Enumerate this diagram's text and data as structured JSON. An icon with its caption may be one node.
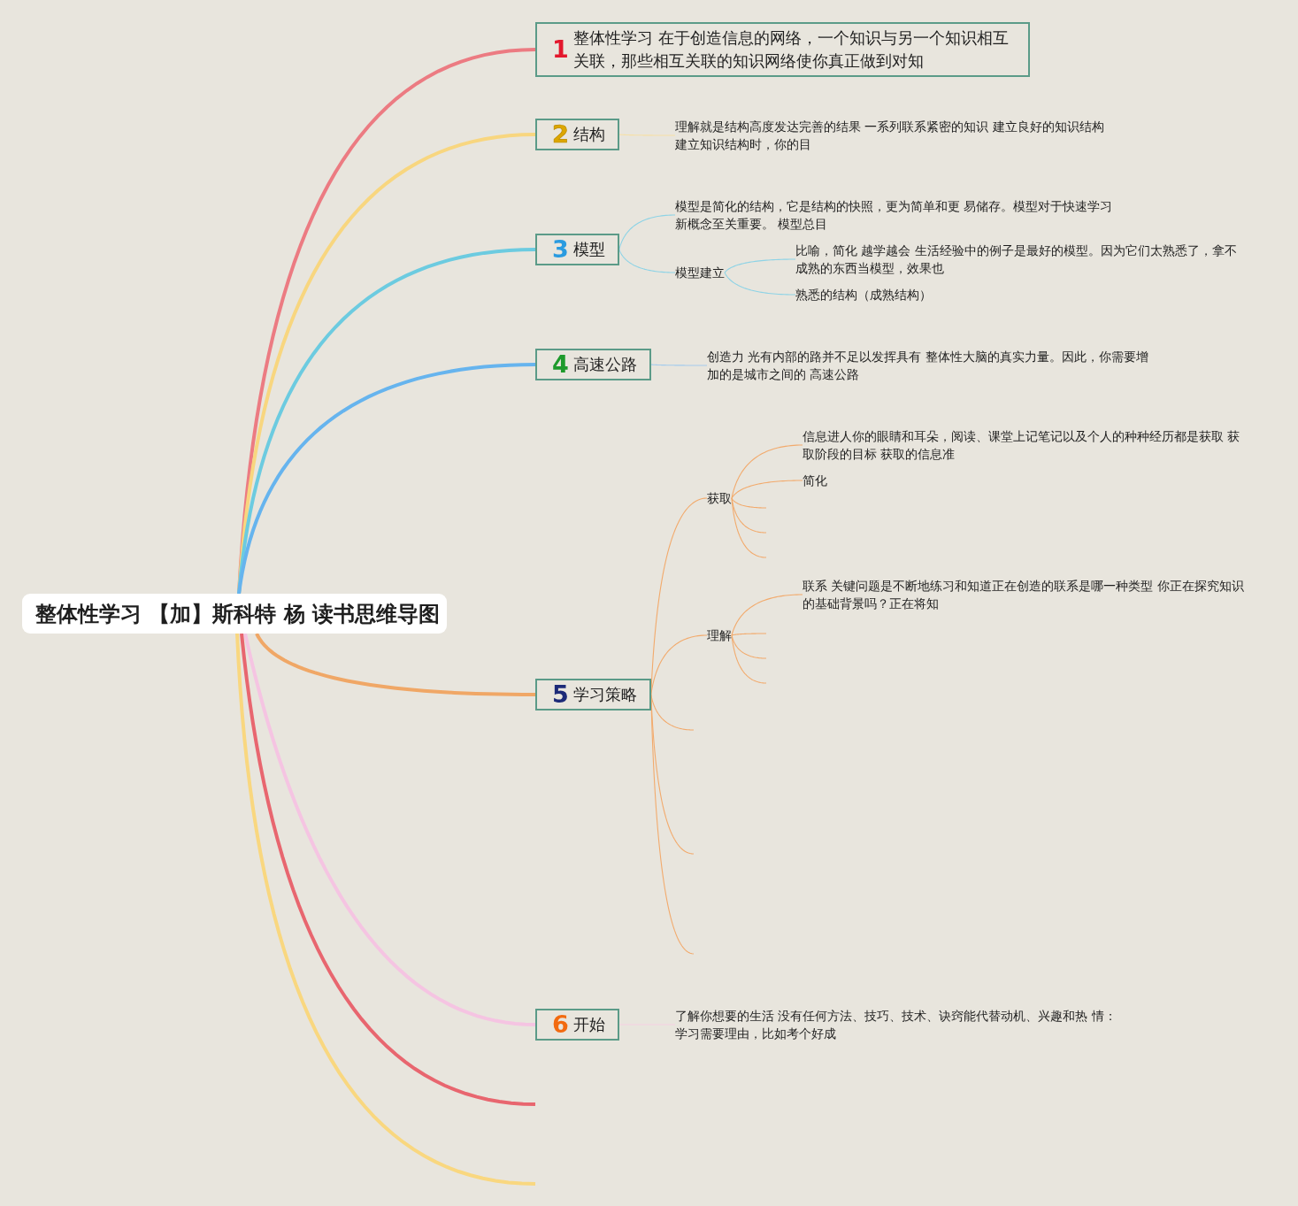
{
  "diagram": {
    "nodes": [
      {
        "text": [
          "整体性学习 【加】斯科特 杨 读书思维导图"
        ]
      },
      {
        "text": [
          "1",
          "整体性学习 在于创造信息的网络，一个知识与另一个知识相互关联，那些相互关联的知识网络使你真正做到对知"
        ]
      },
      {
        "text": [
          "2",
          "结构"
        ]
      },
      {
        "text": [
          "理解就是结构高度发达完善的结果 一系列联系紧密的知识 建立良好的知识结构建立知识结构时，你的目"
        ]
      },
      {
        "text": [
          "3",
          "模型"
        ]
      },
      {
        "text": [
          "模型是简化的结构，它是结构的快照，更为简单和更 易储存。模型对于快速学习新概念至关重要。 模型总目"
        ]
      },
      {
        "text": [
          "模型建立"
        ]
      },
      {
        "text": [
          "比喻，简化 越学越会 生活经验中的例子是最好的模型。因为它们太熟悉了，拿不成熟的东西当模型，效果也"
        ]
      },
      {
        "text": [
          "熟悉的结构（成熟结构）"
        ]
      },
      {
        "text": [
          "4",
          "高速公路"
        ]
      },
      {
        "text": [
          "创造力 光有内部的路并不足以发挥具有 整体性大脑的真实力量。因此，你需要增加的是城市之间的 高速公路"
        ]
      },
      {
        "text": [
          "5",
          "学习策略"
        ]
      },
      {
        "text": [
          "获取"
        ]
      },
      {
        "text": [
          "信息进人你的眼睛和耳朵，阅读、课堂上记笔记以及个人的种种经历都是获取 获取阶段的目标 获取的信息准"
        ]
      },
      {
        "text": [
          "简化"
        ]
      },
      {
        "text": [
          "理解"
        ]
      },
      {
        "text": [
          "联系 关键问题是不断地练习和知道正在创造的联系是哪一种类型 你正在探究知识的基础背景吗？正在将知"
        ]
      },
      {
        "text": [
          "6",
          "开始"
        ]
      },
      {
        "text": [
          "了解你想要的生活 没有任何方法、技巧、技术、诀窍能代替动机、兴趣和热 情：学习需要理由，比如考个好成"
        ]
      }
    ],
    "edges": [
      {
        "from": 0,
        "to": 1,
        "arrow": "none",
        "style": "thick",
        "color": "#ec7b82"
      },
      {
        "from": 0,
        "to": 2,
        "arrow": "none",
        "style": "thick",
        "color": "#f8d67f"
      },
      {
        "from": 2,
        "to": 3,
        "arrow": "none",
        "color": "#f6e0a6"
      },
      {
        "from": 0,
        "to": 4,
        "arrow": "none",
        "style": "thick",
        "color": "#6ccbe0"
      },
      {
        "from": 4,
        "to": 5,
        "arrow": "none",
        "color": "#8dd3e6"
      },
      {
        "from": 4,
        "to": 6,
        "arrow": "none",
        "color": "#8dd3e6"
      },
      {
        "from": 6,
        "to": 7,
        "arrow": "none",
        "color": "#8dd3e6"
      },
      {
        "from": 6,
        "to": 8,
        "arrow": "none",
        "color": "#8dd3e6"
      },
      {
        "from": 0,
        "to": 9,
        "arrow": "none",
        "style": "thick",
        "color": "#66b4ee"
      },
      {
        "from": 9,
        "to": 10,
        "arrow": "none",
        "color": "#a3cbed"
      },
      {
        "from": 0,
        "to": 11,
        "arrow": "none",
        "style": "thick",
        "color": "#f0a766"
      },
      {
        "from": 11,
        "to": 12,
        "arrow": "none",
        "color": "#f2aa6c"
      },
      {
        "from": 12,
        "to": 13,
        "arrow": "none",
        "color": "#f2aa6c"
      },
      {
        "from": 12,
        "to": 14,
        "arrow": "none",
        "color": "#f2aa6c"
      },
      {
        "from": 12,
        "to": null,
        "arrow": "none",
        "color": "#f2aa6c"
      },
      {
        "from": 12,
        "to": null,
        "arrow": "none",
        "color": "#f2aa6c"
      },
      {
        "from": 12,
        "to": null,
        "arrow": "none",
        "color": "#f2aa6c"
      },
      {
        "from": 11,
        "to": 15,
        "arrow": "none",
        "color": "#f2aa6c"
      },
      {
        "from": 15,
        "to": 16,
        "arrow": "none",
        "color": "#f2aa6c"
      },
      {
        "from": 15,
        "to": null,
        "arrow": "none",
        "color": "#f2aa6c"
      },
      {
        "from": 15,
        "to": null,
        "arrow": "none",
        "color": "#f2aa6c"
      },
      {
        "from": 15,
        "to": null,
        "arrow": "none",
        "color": "#f2aa6c"
      },
      {
        "from": 11,
        "to": null,
        "arrow": "none",
        "color": "#f2aa6c"
      },
      {
        "from": 11,
        "to": null,
        "arrow": "none",
        "color": "#f2aa6c"
      },
      {
        "from": 11,
        "to": null,
        "arrow": "none",
        "color": "#f2aa6c"
      },
      {
        "from": 0,
        "to": 17,
        "arrow": "none",
        "style": "thick",
        "color": "#f5c4e2"
      },
      {
        "from": 17,
        "to": 18,
        "arrow": "none",
        "color": "#f5cfe4"
      },
      {
        "from": 0,
        "to": null,
        "arrow": "none",
        "style": "thick",
        "color": "#e8666f"
      },
      {
        "from": 0,
        "to": null,
        "arrow": "none",
        "style": "thick",
        "color": "#f9d77f"
      }
    ]
  }
}
